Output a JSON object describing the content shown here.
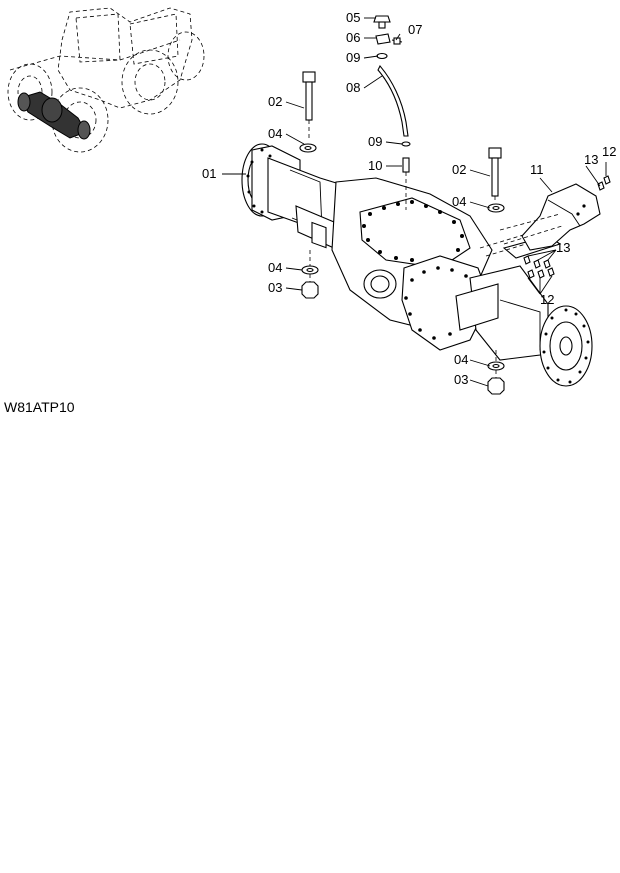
{
  "drawing_code": "W81ATP10",
  "callouts": {
    "c01": "01",
    "c02_left": "02",
    "c02_right": "02",
    "c03_left": "03",
    "c03_right": "03",
    "c04_upper_left": "04",
    "c04_lower_left": "04",
    "c04_upper_right": "04",
    "c04_lower_right": "04",
    "c05": "05",
    "c06": "06",
    "c07": "07",
    "c08": "08",
    "c09_top": "09",
    "c09_mid": "09",
    "c10": "10",
    "c11": "11",
    "c12_top": "12",
    "c12_low": "12",
    "c13_top": "13",
    "c13_mid": "13"
  },
  "colors": {
    "line": "#000000",
    "background": "#ffffff"
  }
}
